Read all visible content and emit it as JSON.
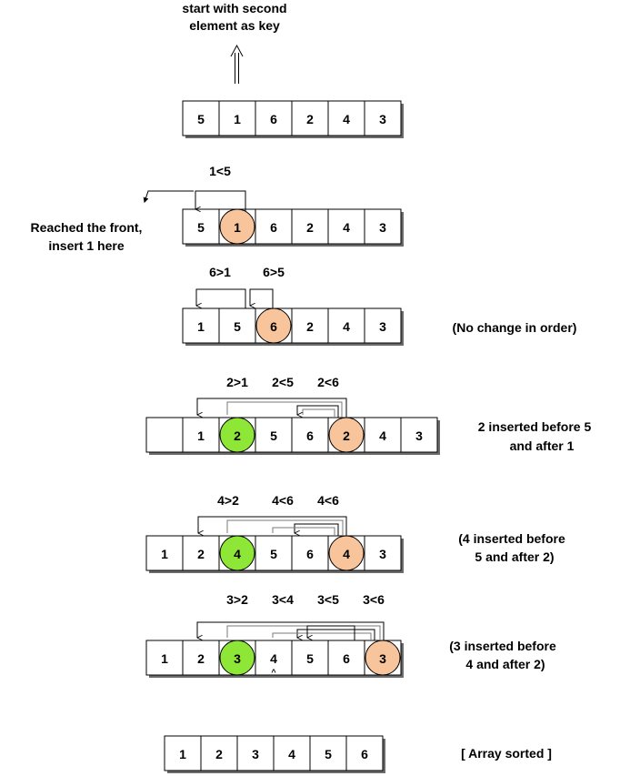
{
  "top_note": {
    "line1": "start with second",
    "line2": "element as key"
  },
  "colors": {
    "key_circle": "#f7c49b",
    "insert_circle": "#8ee637"
  },
  "rows": [
    {
      "cells": [
        "5",
        "1",
        "6",
        "2",
        "4",
        "3"
      ],
      "highlights": []
    },
    {
      "cells": [
        "5",
        "1",
        "6",
        "2",
        "4",
        "3"
      ],
      "highlights": [
        {
          "index": 1,
          "color": "key"
        }
      ],
      "comparisons": [
        "1<5"
      ],
      "side_note": {
        "line1": "Reached the front,",
        "line2": "insert 1 here"
      }
    },
    {
      "cells": [
        "1",
        "5",
        "6",
        "2",
        "4",
        "3"
      ],
      "highlights": [
        {
          "index": 2,
          "color": "key"
        }
      ],
      "comparisons": [
        "6>1",
        "6>5"
      ],
      "side_note": {
        "line1": "(No change in order)"
      }
    },
    {
      "cells": [
        "",
        "1",
        "2",
        "5",
        "6",
        "2",
        "4",
        "3"
      ],
      "highlights": [
        {
          "index": 2,
          "color": "insert"
        },
        {
          "index": 5,
          "color": "key"
        }
      ],
      "comparisons": [
        "2>1",
        "2<5",
        "2<6"
      ],
      "side_note": {
        "line1": "2 inserted before 5",
        "line2": "and after 1"
      }
    },
    {
      "cells": [
        "1",
        "2",
        "4",
        "5",
        "6",
        "4",
        "3"
      ],
      "highlights": [
        {
          "index": 2,
          "color": "insert"
        },
        {
          "index": 5,
          "color": "key"
        }
      ],
      "comparisons": [
        "4>2",
        "4<6",
        "4<6"
      ],
      "side_note": {
        "line1": "(4 inserted before",
        "line2": "5 and after 2)"
      }
    },
    {
      "cells": [
        "1",
        "2",
        "3",
        "4",
        "5",
        "6",
        "3"
      ],
      "highlights": [
        {
          "index": 2,
          "color": "insert"
        },
        {
          "index": 6,
          "color": "key"
        }
      ],
      "comparisons": [
        "3>2",
        "3<4",
        "3<5",
        "3<6"
      ],
      "side_note": {
        "line1": "(3 inserted before",
        "line2": "4 and after 2)"
      }
    },
    {
      "cells": [
        "1",
        "2",
        "3",
        "4",
        "5",
        "6"
      ],
      "highlights": [],
      "side_note": {
        "line1": "[ Array sorted ]"
      }
    }
  ]
}
